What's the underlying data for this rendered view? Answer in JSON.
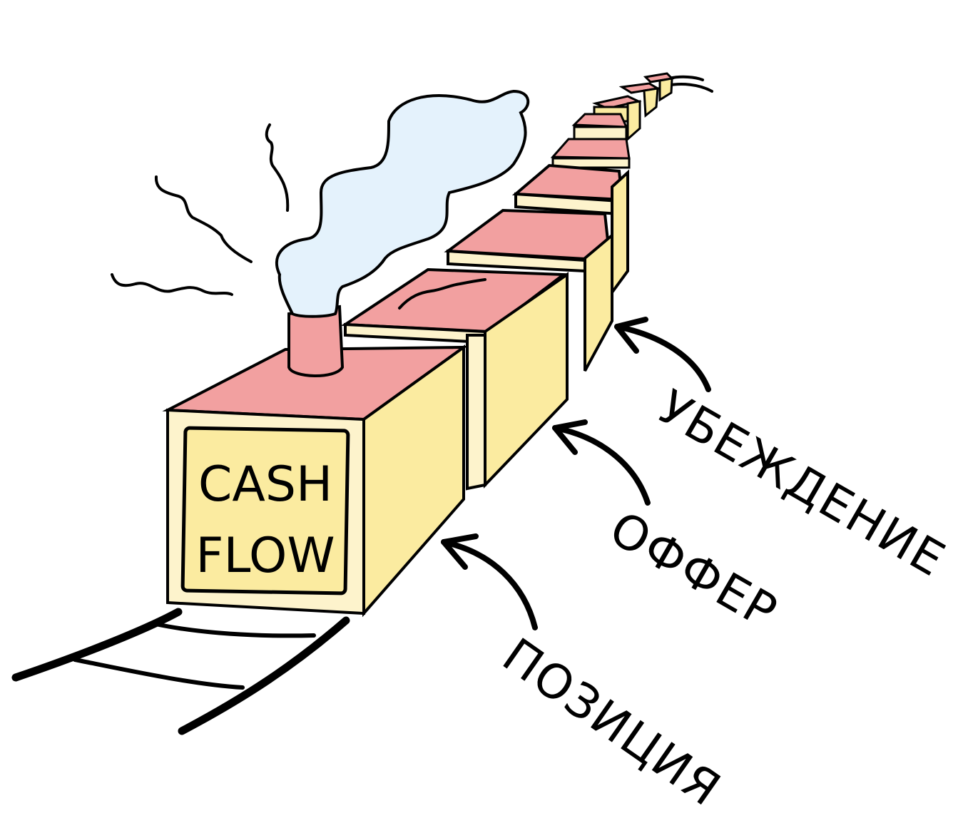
{
  "illustration": {
    "subject": "steam locomotive pulling a train of wagons on rails",
    "locomotive_sign": {
      "line1": "CASH",
      "line2": "FLOW"
    },
    "labels": [
      {
        "id": "belief",
        "text": "УБЕЖДЕНИЕ"
      },
      {
        "id": "offer",
        "text": "ОФФЕР"
      },
      {
        "id": "position",
        "text": "ПОЗИЦИЯ"
      }
    ],
    "colors": {
      "roof": "#F2A0A0",
      "side": "#FBEBA0",
      "front": "#FDF3CC",
      "smoke": "#E4F2FC",
      "outline": "#000000",
      "background": "#FFFFFF"
    }
  }
}
